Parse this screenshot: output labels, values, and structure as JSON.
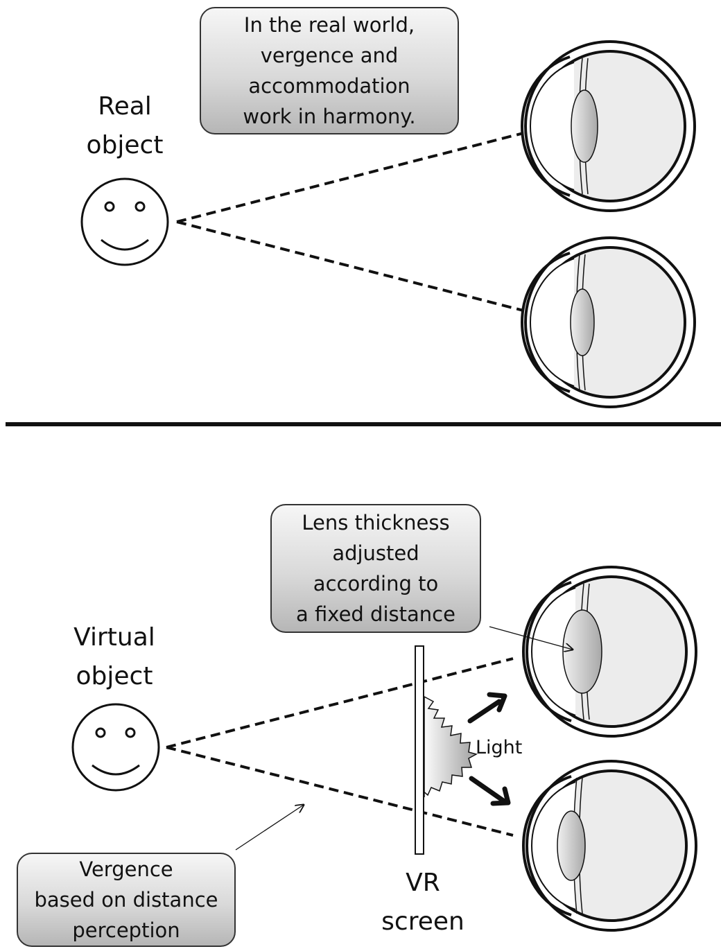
{
  "top_panel": {
    "object_label": [
      "Real",
      "object"
    ],
    "note": [
      "In the real world,",
      "vergence and",
      "accommodation",
      "work in harmony."
    ]
  },
  "bottom_panel": {
    "object_label": [
      "Virtual",
      "object"
    ],
    "lens_note": [
      "Lens thickness",
      "adjusted",
      "according to",
      "a fixed distance"
    ],
    "vergence_note": [
      "Vergence",
      "based on distance",
      "perception"
    ],
    "screen_label": [
      "VR",
      "screen"
    ],
    "light_label": "Light"
  },
  "colors": {
    "line": "#111111",
    "eye_fill": "#efefef",
    "lens_fill": "#c8c8c8"
  }
}
